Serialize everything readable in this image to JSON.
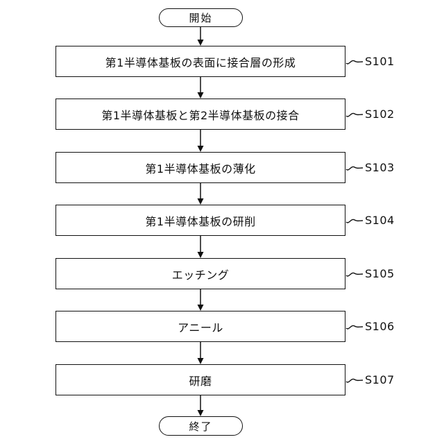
{
  "figure": {
    "start_label": "開始",
    "end_label": "終了",
    "steps": [
      {
        "label": "第1半導体基板の表面に接合層の形成",
        "ref": "S101"
      },
      {
        "label": "第1半導体基板と第2半導体基板の接合",
        "ref": "S102"
      },
      {
        "label": "第1半導体基板の薄化",
        "ref": "S103"
      },
      {
        "label": "第1半導体基板の研削",
        "ref": "S104"
      },
      {
        "label": "エッチング",
        "ref": "S105"
      },
      {
        "label": "アニール",
        "ref": "S106"
      },
      {
        "label": "研磨",
        "ref": "S107"
      }
    ],
    "line_color": "#111111",
    "background_color": "#ffffff"
  }
}
